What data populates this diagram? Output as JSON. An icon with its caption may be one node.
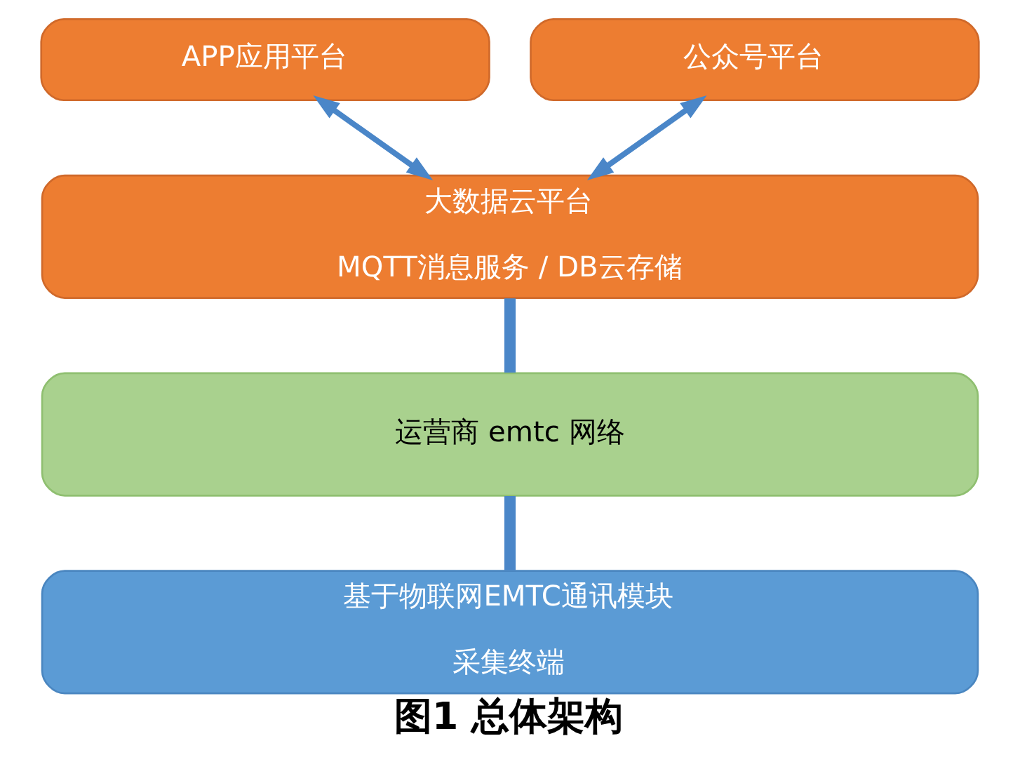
{
  "diagram": {
    "caption": "图1 总体架构",
    "nodes": [
      {
        "text": [
          "APP应用平台"
        ]
      },
      {
        "text": [
          "公众号平台"
        ]
      },
      {
        "text": [
          "大数据云平台",
          "MQTT消息服务 / DB云存储"
        ]
      },
      {
        "text": [
          "运营商 emtc 网络"
        ]
      },
      {
        "text": [
          "基于物联网EMTC通讯模块",
          "采集终端"
        ]
      }
    ],
    "edges": [
      {
        "from": 0,
        "to": 2,
        "arrow": "both"
      },
      {
        "from": 1,
        "to": 2,
        "arrow": "both"
      },
      {
        "from": 2,
        "to": 3,
        "arrow": "none",
        "style": "thick"
      },
      {
        "from": 3,
        "to": 4,
        "arrow": "none",
        "style": "thick"
      }
    ]
  }
}
